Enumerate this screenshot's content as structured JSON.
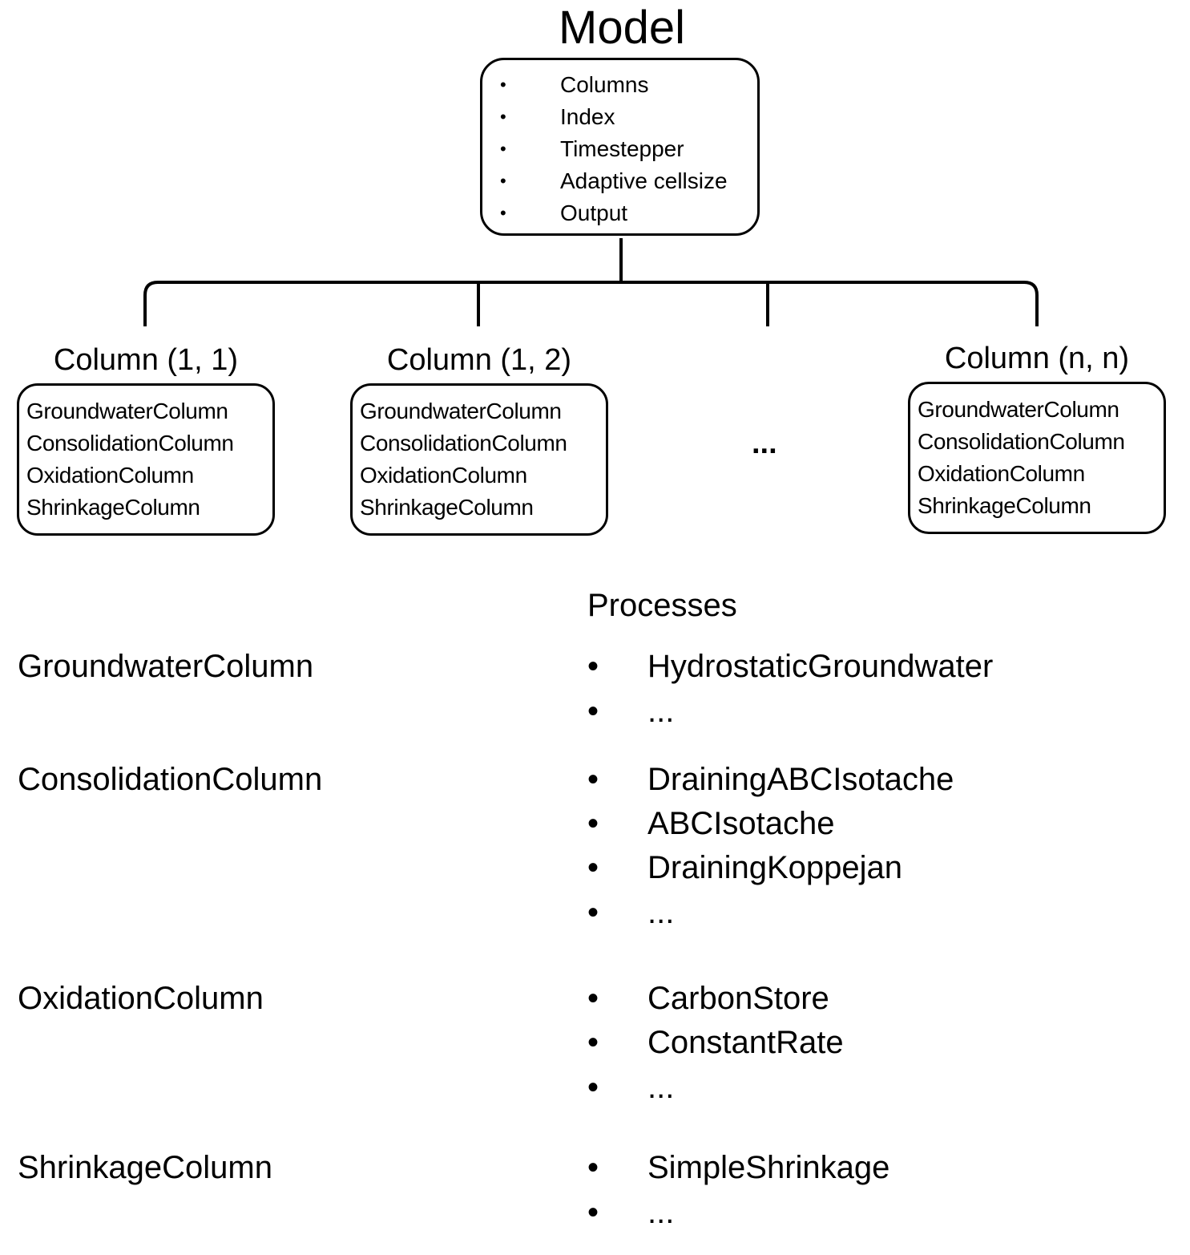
{
  "model": {
    "title": "Model",
    "items": [
      "Columns",
      "Index",
      "Timestepper",
      "Adaptive cellsize",
      "Output"
    ]
  },
  "columns": [
    {
      "title": "Column (1, 1)",
      "lines": [
        "GroundwaterColumn",
        "ConsolidationColumn",
        "OxidationColumn",
        "ShrinkageColumn"
      ]
    },
    {
      "title": "Column (1, 2)",
      "lines": [
        "GroundwaterColumn",
        "ConsolidationColumn",
        "OxidationColumn",
        "ShrinkageColumn"
      ]
    },
    {
      "title": "Column (n, n)",
      "lines": [
        "GroundwaterColumn",
        "ConsolidationColumn",
        "OxidationColumn",
        "ShrinkageColumn"
      ]
    }
  ],
  "ellipsis": "...",
  "bullet": "•",
  "processes": {
    "heading": "Processes",
    "groups": [
      {
        "column": "GroundwaterColumn",
        "items": [
          "HydrostaticGroundwater",
          "..."
        ]
      },
      {
        "column": "ConsolidationColumn",
        "items": [
          "DrainingABCIsotache",
          "ABCIsotache",
          "DrainingKoppejan",
          "..."
        ]
      },
      {
        "column": "OxidationColumn",
        "items": [
          "CarbonStore",
          "ConstantRate",
          "..."
        ]
      },
      {
        "column": "ShrinkageColumn",
        "items": [
          "SimpleShrinkage",
          "..."
        ]
      }
    ]
  }
}
